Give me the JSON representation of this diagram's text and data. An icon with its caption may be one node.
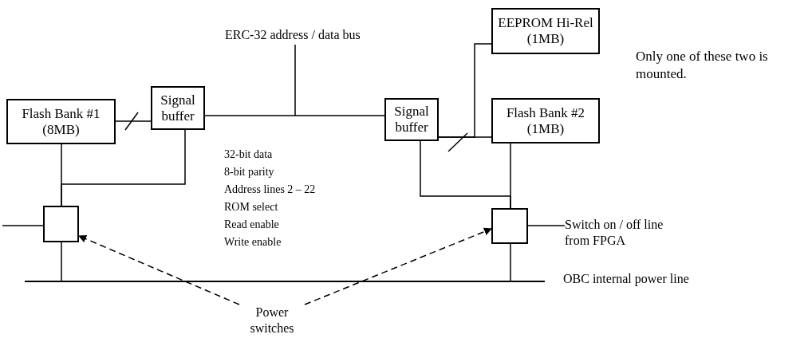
{
  "diagram": {
    "nodes": [
      {
        "text": [
          "ERC-32 address / data bus"
        ]
      },
      {
        "text": [
          "EEPROM Hi-Rel (1MB)"
        ]
      },
      {
        "text": [
          "Flash Bank #1 (8MB)"
        ]
      },
      {
        "text": [
          "Signal buffer"
        ]
      },
      {
        "text": [
          "Signal buffer"
        ]
      },
      {
        "text": [
          "Flash Bank #2 (1MB)"
        ]
      },
      {
        "text": [],
        "shape": "box"
      },
      {
        "text": [],
        "shape": "box"
      },
      {
        "text": [
          "Switch on / off line from FPGA"
        ]
      },
      {
        "text": [],
        "shape": "bar",
        "beside": [
          "OBC internal power line"
        ]
      },
      {
        "text": [
          "Power switches"
        ]
      }
    ],
    "edges": [
      {
        "from": 0,
        "to": null,
        "arrow": "none"
      },
      {
        "from": 2,
        "to": 3,
        "arrow": "none"
      },
      {
        "from": 3,
        "to": 4,
        "arrow": "none"
      },
      {
        "from": 4,
        "to": 5,
        "arrow": "none"
      },
      {
        "from": 4,
        "to": 1,
        "arrow": "none"
      },
      {
        "from": 6,
        "to": 2,
        "arrow": "none"
      },
      {
        "from": 6,
        "to": 3,
        "arrow": "none"
      },
      {
        "from": null,
        "to": 6,
        "arrow": "none"
      },
      {
        "from": 6,
        "to": 9,
        "arrow": "none"
      },
      {
        "from": 7,
        "to": 5,
        "arrow": "none"
      },
      {
        "from": 7,
        "to": 4,
        "arrow": "none"
      },
      {
        "from": 7,
        "to": 8,
        "arrow": "none"
      },
      {
        "from": 7,
        "to": 9,
        "arrow": "none"
      },
      {
        "from": 10,
        "to": 6,
        "arrow": "to",
        "style": "dashed"
      },
      {
        "from": 10,
        "to": 7,
        "arrow": "to",
        "style": "dashed"
      }
    ],
    "labels": [
      "32-bit data",
      "8-bit parity",
      "Address lines 2 – 22",
      "ROM select",
      "Read enable",
      "Write enable",
      "Only one of these two is mounted."
    ]
  }
}
